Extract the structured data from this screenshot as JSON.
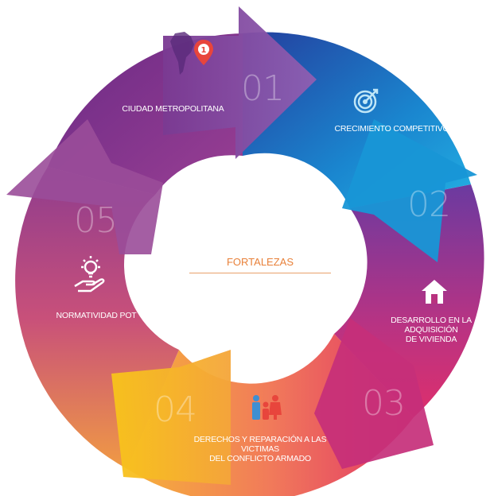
{
  "center": {
    "title": "FORTALEZAS"
  },
  "steps": [
    {
      "number": "01",
      "label": "CIUDAD METROPOLITANA",
      "icon": "map-pin-icon",
      "badge": "1"
    },
    {
      "number": "02",
      "label": "CRECIMIENTO COMPETITIVO",
      "icon": "target-icon"
    },
    {
      "number": "03",
      "label_lines": [
        "DESARROLLO EN LA",
        "ADQUISICIÓN",
        "DE VIVIENDA"
      ],
      "icon": "house-icon"
    },
    {
      "number": "04",
      "label_lines": [
        "DERECHOS Y REPARACIÓN A LAS",
        "VICTIMAS",
        "DEL CONFLICTO ARMADO"
      ],
      "icon": "family-icon"
    },
    {
      "number": "05",
      "label": "NORMATIVIDAD POT",
      "icon": "lightbulb-hand-icon"
    }
  ],
  "colors": {
    "purple": "#7b2f86",
    "violet": "#8a4fa6",
    "blue": "#1b6fc0",
    "cyan": "#1ea7df",
    "magenta": "#d12a78",
    "orange": "#f0923a",
    "yellow": "#f6c31d",
    "accent": "#e8813a"
  }
}
